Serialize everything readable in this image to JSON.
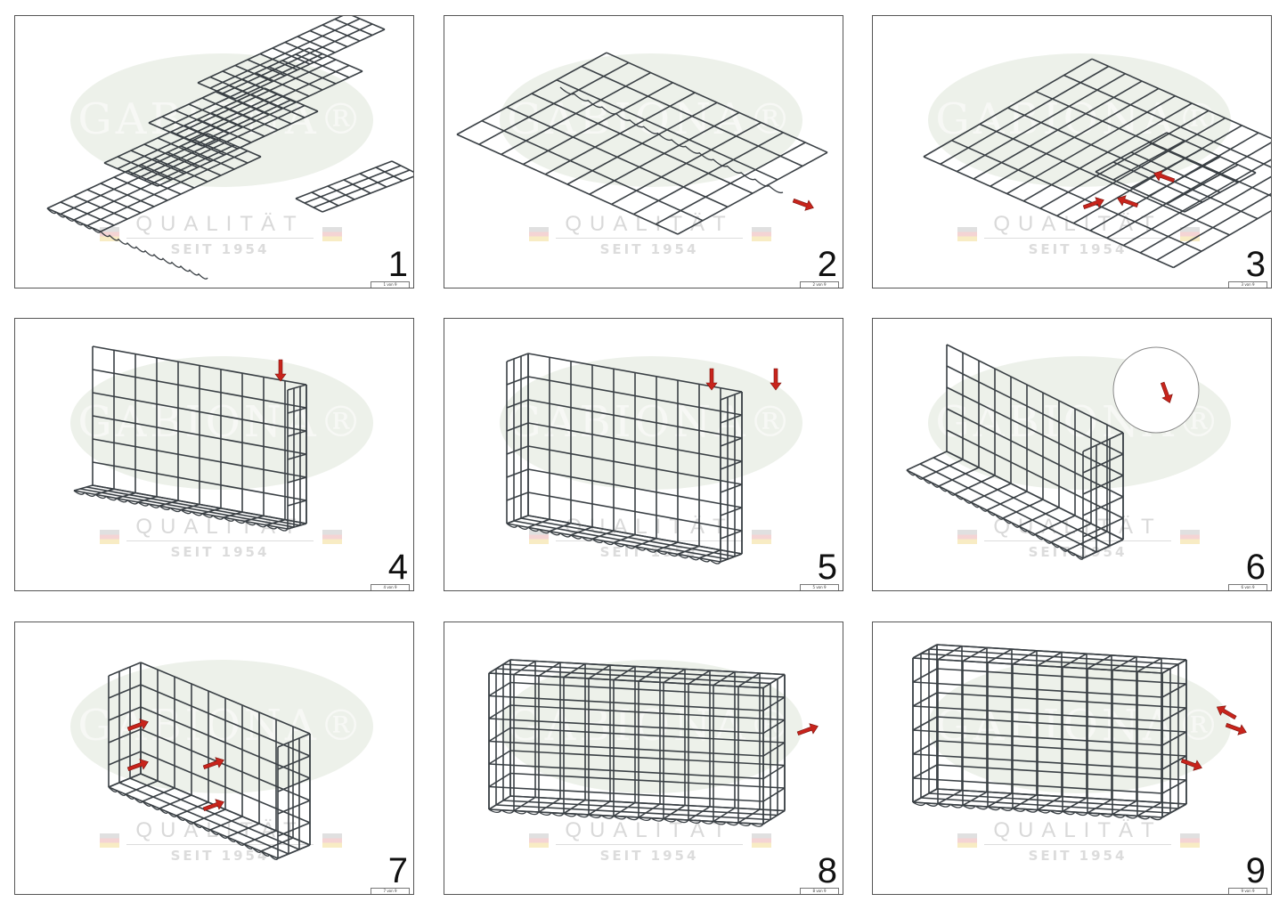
{
  "watermark": {
    "brand": "GABIONA®",
    "quality": "QUALITÄT",
    "since": "SEIT 1954"
  },
  "colors": {
    "wire": "#3a4045",
    "arrow": "#c8241c",
    "watermark": "#edf1ea"
  },
  "steps": [
    {
      "number": "1",
      "page": "1 von 9"
    },
    {
      "number": "2",
      "page": "2 von 9"
    },
    {
      "number": "3",
      "page": "3 von 9"
    },
    {
      "number": "4",
      "page": "4 von 9"
    },
    {
      "number": "5",
      "page": "5 von 9"
    },
    {
      "number": "6",
      "page": "6 von 9"
    },
    {
      "number": "7",
      "page": "7 von 9"
    },
    {
      "number": "8",
      "page": "8 von 9"
    },
    {
      "number": "9",
      "page": "9 von 9"
    }
  ]
}
